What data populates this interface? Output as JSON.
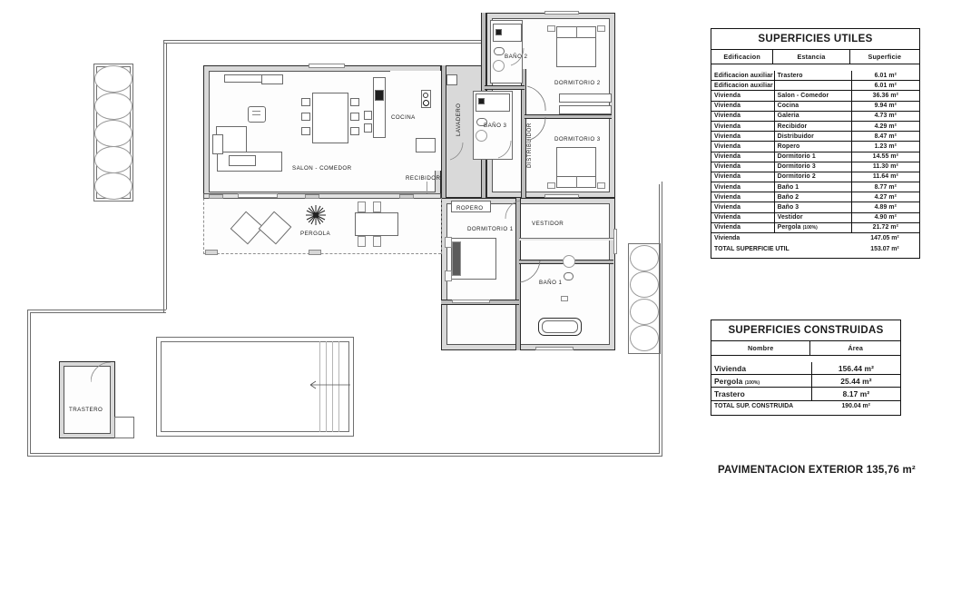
{
  "plan": {
    "room_labels": {
      "salon_comedor": "SALON - COMEDOR",
      "cocina": "COCINA",
      "lavadero": "LAVADERO",
      "bano2": "BAÑO 2",
      "bano3": "BAÑO 3",
      "distribuidor": "DISTRIBUIDOR",
      "dormitorio2": "DORMITORIO 2",
      "dormitorio3": "DORMITORIO 3",
      "recibidor": "RECIBIDOR",
      "ropero": "ROPERO",
      "dormitorio1": "DORMITORIO 1",
      "vestidor": "VESTIDOR",
      "bano1": "BAÑO 1",
      "pergola": "PERGOLA",
      "trastero": "TRASTERO"
    }
  },
  "tables": {
    "utiles": {
      "title": "SUPERFICIES UTILES",
      "headers": [
        "Edificacion",
        "Estancia",
        "Superficie"
      ],
      "rows": [
        {
          "edificacion": "Edificacion auxiliar",
          "estancia": "Trastero",
          "sub": "",
          "superficie": "6.01 m²"
        },
        {
          "edificacion": "Edificacion auxiliar",
          "estancia": "",
          "sub": "",
          "superficie": "6.01 m²"
        },
        {
          "edificacion": "Vivienda",
          "estancia": "Salon - Comedor",
          "sub": "",
          "superficie": "36.36 m²"
        },
        {
          "edificacion": "Vivienda",
          "estancia": "Cocina",
          "sub": "",
          "superficie": "9.94 m²"
        },
        {
          "edificacion": "Vivienda",
          "estancia": "Galeria",
          "sub": "",
          "superficie": "4.73 m²"
        },
        {
          "edificacion": "Vivienda",
          "estancia": "Recibidor",
          "sub": "",
          "superficie": "4.29 m²"
        },
        {
          "edificacion": "Vivienda",
          "estancia": "Distribuidor",
          "sub": "",
          "superficie": "8.47 m²"
        },
        {
          "edificacion": "Vivienda",
          "estancia": "Ropero",
          "sub": "",
          "superficie": "1.23 m²"
        },
        {
          "edificacion": "Vivienda",
          "estancia": "Dormitorio 1",
          "sub": "",
          "superficie": "14.55 m²"
        },
        {
          "edificacion": "Vivienda",
          "estancia": "Dormitorio 3",
          "sub": "",
          "superficie": "11.30 m²"
        },
        {
          "edificacion": "Vivienda",
          "estancia": "Dormitorio 2",
          "sub": "",
          "superficie": "11.64 m²"
        },
        {
          "edificacion": "Vivienda",
          "estancia": "Baño 1",
          "sub": "",
          "superficie": "8.77 m²"
        },
        {
          "edificacion": "Vivienda",
          "estancia": "Baño 2",
          "sub": "",
          "superficie": "4.27 m²"
        },
        {
          "edificacion": "Vivienda",
          "estancia": "Baño 3",
          "sub": "",
          "superficie": "4.89 m²"
        },
        {
          "edificacion": "Vivienda",
          "estancia": "Vestidor",
          "sub": "",
          "superficie": "4.90 m²"
        },
        {
          "edificacion": "Vivienda",
          "estancia": "Pergola",
          "sub": "(100%)",
          "superficie": "21.72 m²"
        }
      ],
      "subtotal": {
        "label": "Vivienda",
        "value": "147.05 m²"
      },
      "total": {
        "label": "TOTAL SUPERFICIE UTIL",
        "value": "153.07 m²"
      }
    },
    "construidas": {
      "title": "SUPERFICIES CONSTRUIDAS",
      "headers": [
        "Nombre",
        "Área"
      ],
      "rows": [
        {
          "nombre": "Vivienda",
          "sub": "",
          "area": "156.44 m²"
        },
        {
          "nombre": "Pergola",
          "sub": "(100%)",
          "area": "25.44 m²"
        },
        {
          "nombre": "Trastero",
          "sub": "",
          "area": "8.17 m²"
        }
      ],
      "total": {
        "label": "TOTAL SUP. CONSTRUIDA",
        "value": "190.04 m²"
      }
    }
  },
  "footer": {
    "pavimentacion": "PAVIMENTACION EXTERIOR 135,76 m²"
  }
}
